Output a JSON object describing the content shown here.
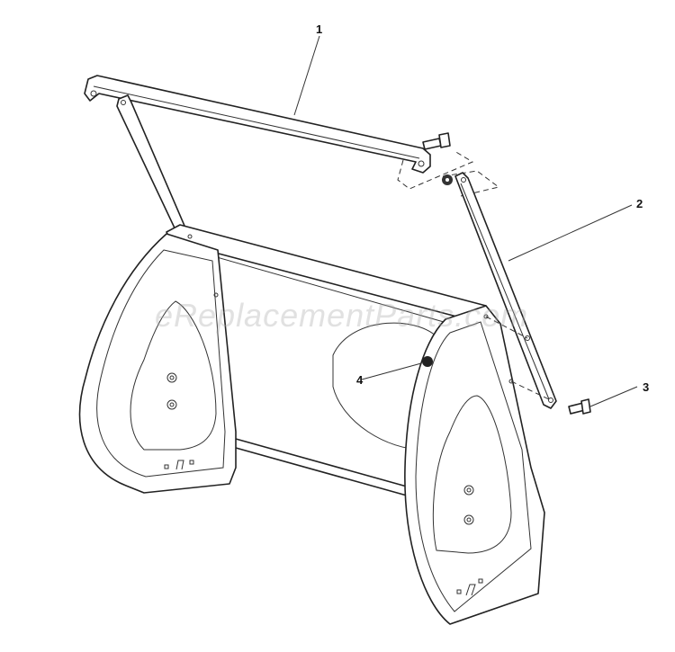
{
  "diagram": {
    "description": "Exploded parts diagram - handle / side plate assembly",
    "callouts": [
      {
        "id": "1",
        "label": "1",
        "part": "upper handle bar"
      },
      {
        "id": "2",
        "label": "2",
        "part": "side brace"
      },
      {
        "id": "3",
        "label": "3",
        "part": "bolt"
      },
      {
        "id": "4",
        "label": "4",
        "part": "nut"
      }
    ],
    "watermark": "eReplacementParts.com",
    "colors": {
      "line": "#222222",
      "background": "#ffffff",
      "watermark": "#aaaaaa"
    }
  }
}
